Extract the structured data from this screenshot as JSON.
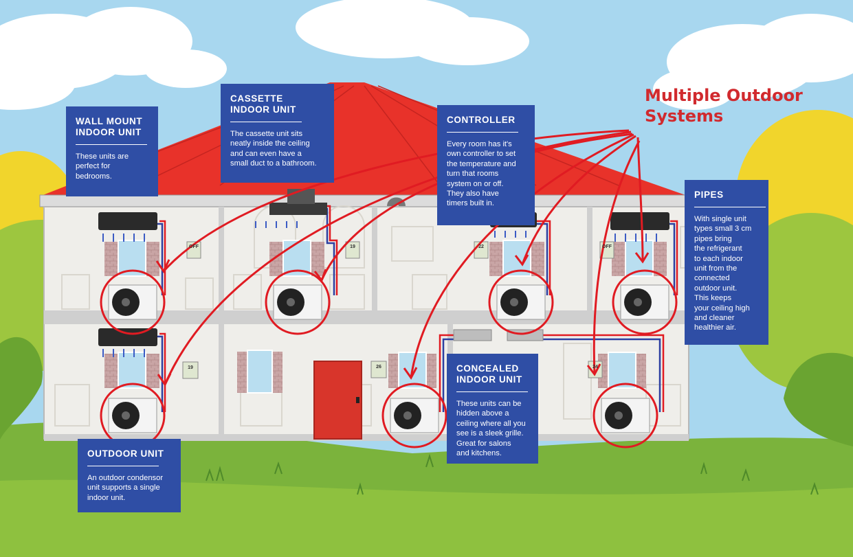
{
  "headline": "Multiple Outdoor\nSystems",
  "callouts": {
    "wall_mount": {
      "title": "WALL MOUNT\nINDOOR UNIT",
      "body": "These units are\nperfect for\nbedrooms."
    },
    "cassette": {
      "title": "CASSETTE\nINDOOR UNIT",
      "body": "The cassette unit sits\nneatly inside the ceiling\nand can even have a\nsmall duct to a bathroom."
    },
    "controller": {
      "title": "CONTROLLER",
      "body": "Every room has it's\nown controller to set\nthe temperature and\nturn that rooms\nsystem on or off.\nThey also have\ntimers built in."
    },
    "pipes": {
      "title": "PIPES",
      "body": "With single unit\ntypes small 3 cm\npipes bring\nthe refrigerant\nto each indoor\nunit from the\nconnected\noutdoor unit.\nThis keeps\nyour ceiling high\nand cleaner\nhealthier air."
    },
    "concealed": {
      "title": "CONCEALED\nINDOOR UNIT",
      "body": "These units can be\nhidden above a\nceiling where all you\nsee is a sleek grille.\nGreat for salons\nand kitchens."
    },
    "outdoor": {
      "title": "OUTDOOR UNIT",
      "body": "An outdoor condensor\nunit supports a single\nindoor unit."
    }
  },
  "controller_displays": [
    "OFF",
    "19",
    "22",
    "OFF",
    "19",
    "26",
    "24"
  ],
  "colors": {
    "sky": "#a8d7ef",
    "roof": "#e8322a",
    "callout": "#2f4ea5",
    "arrow": "#e01b22",
    "grass": "#7bb33c",
    "door": "#d8352b",
    "headline": "#d12a2e"
  }
}
